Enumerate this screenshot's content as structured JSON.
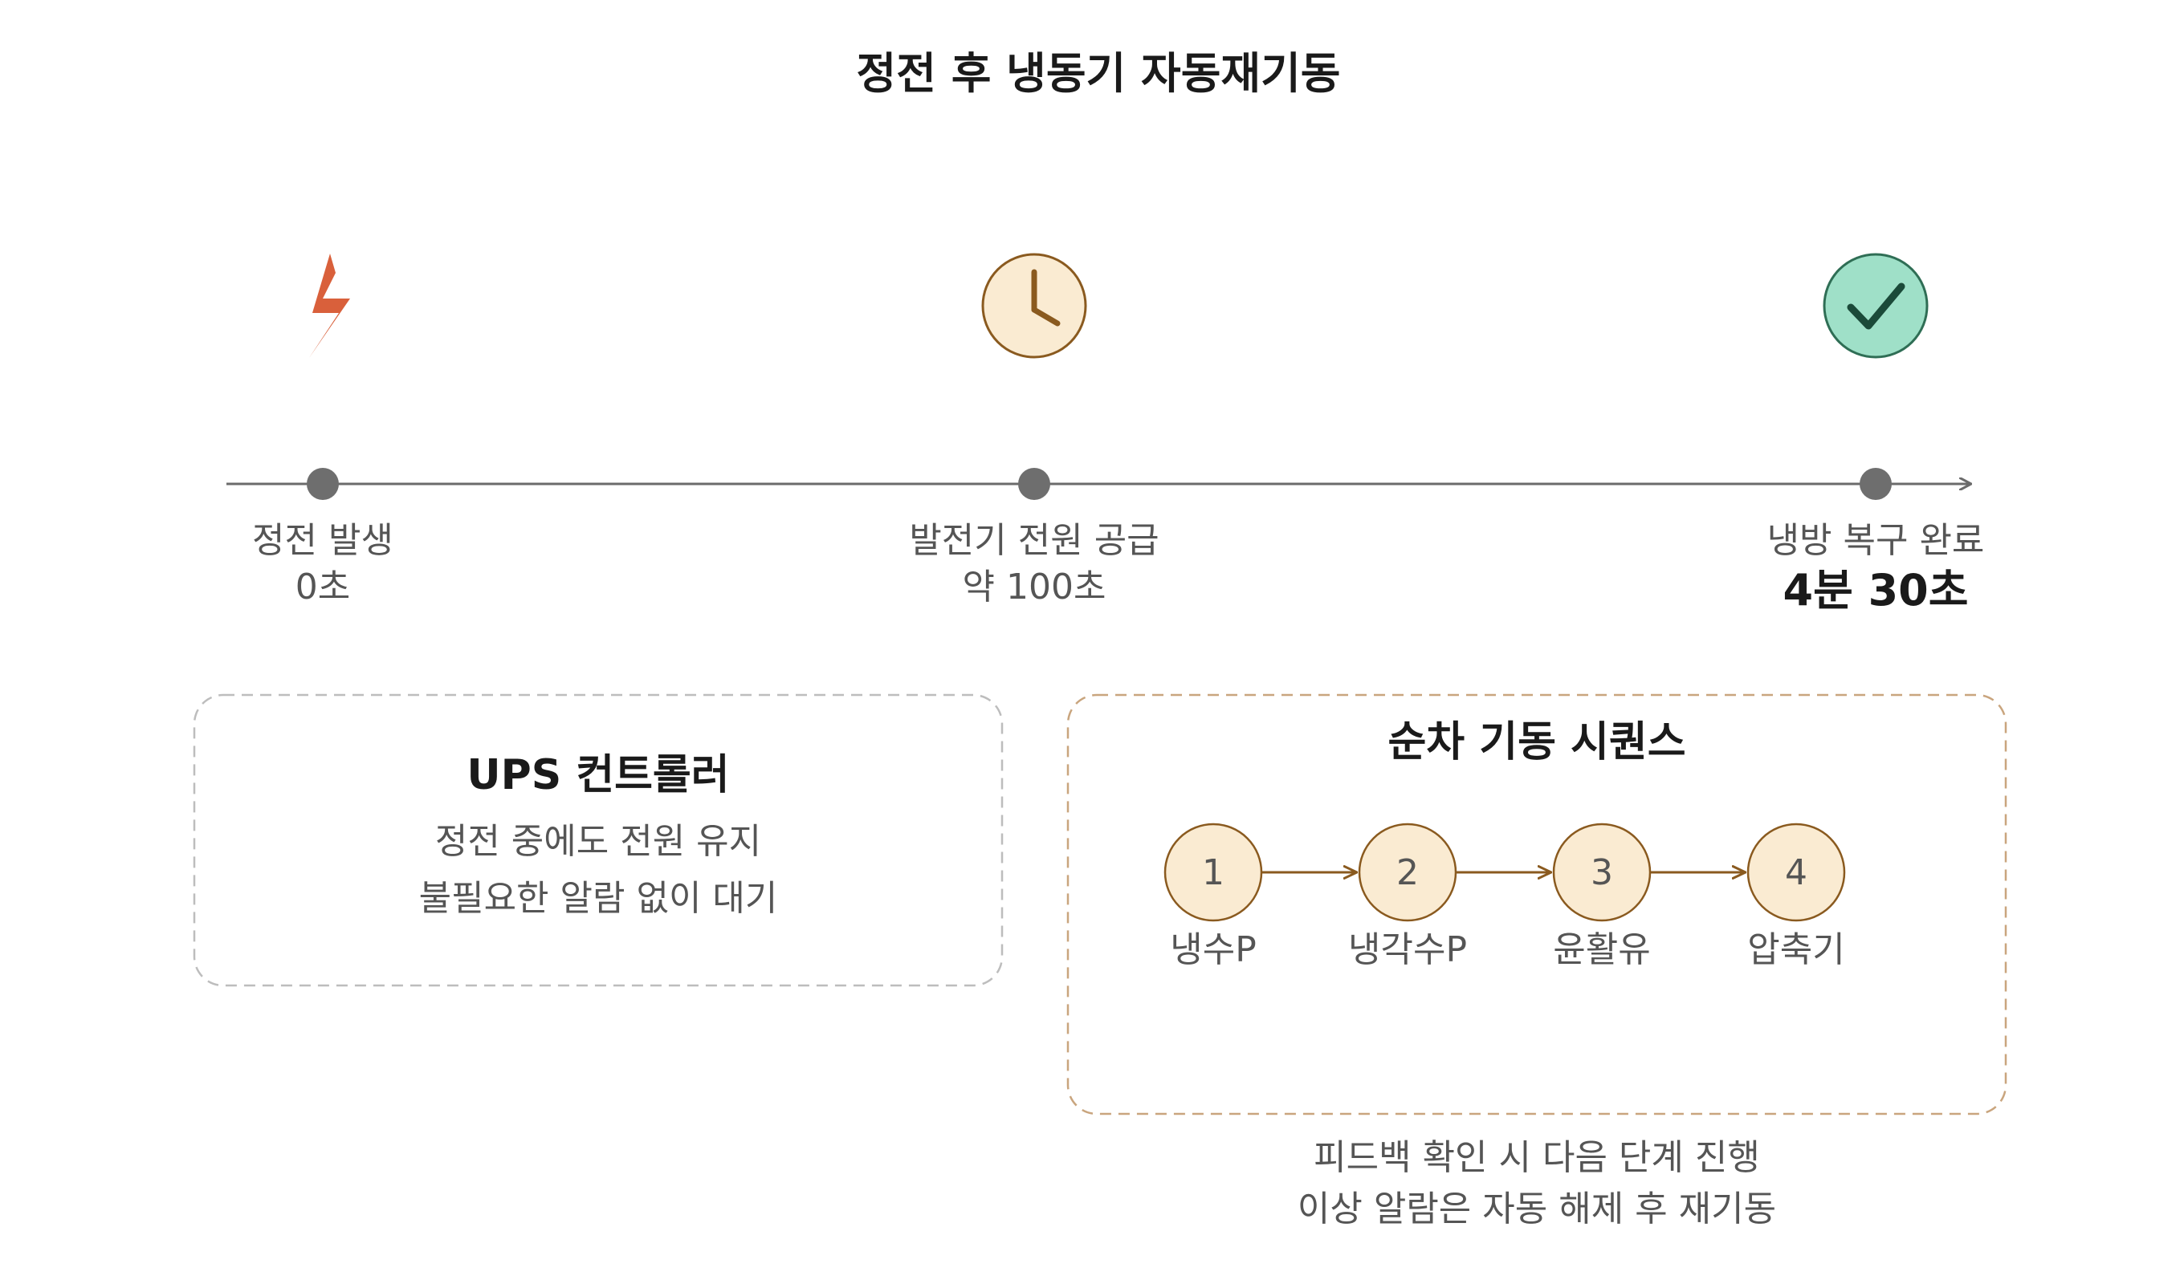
{
  "title": "정전 후 냉동기 자동재기동",
  "colors": {
    "axis": "#6b6b6b",
    "lightning": "#d9603b",
    "clock_fill": "#faebd2",
    "clock_stroke": "#8a5a1f",
    "check_fill": "#9fe0c8",
    "check_stroke": "#2f6e55",
    "ups_border": "#bdbdbd",
    "seq_border": "#c9a57e",
    "arrow": "#8a5a1f"
  },
  "milestones": [
    {
      "icon": "lightning-icon",
      "label": "정전 발생",
      "time": "0초"
    },
    {
      "icon": "clock-icon",
      "label": "발전기 전원 공급",
      "time": "약 100초"
    },
    {
      "icon": "check-icon",
      "label": "냉방 복구 완료",
      "time": "4분 30초"
    }
  ],
  "ups_box": {
    "title": "UPS 컨트롤러",
    "lines": [
      "정전 중에도 전원 유지",
      "불필요한 알람 없이 대기"
    ]
  },
  "sequence_box": {
    "title": "순차 기동 시퀀스",
    "steps": [
      {
        "number": "1",
        "label": "냉수P"
      },
      {
        "number": "2",
        "label": "냉각수P"
      },
      {
        "number": "3",
        "label": "윤활유"
      },
      {
        "number": "4",
        "label": "압축기"
      }
    ],
    "notes": [
      "피드백 확인 시 다음 단계 진행",
      "이상 알람은 자동 해제 후 재기동"
    ]
  }
}
